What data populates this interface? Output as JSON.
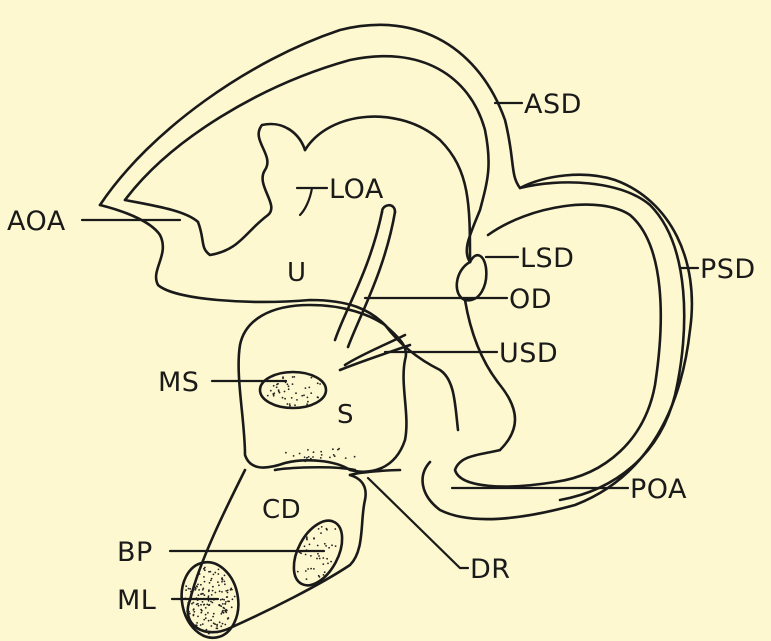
{
  "labels": {
    "asd": "ASD",
    "loa": "LOA",
    "aoa": "AOA",
    "u": "U",
    "lsd": "LSD",
    "psd": "PSD",
    "od": "OD",
    "usd": "USD",
    "ms": "MS",
    "s": "S",
    "poa": "POA",
    "cd": "CD",
    "bp": "BP",
    "dr": "DR",
    "ml": "ML"
  },
  "colors": {
    "background": "#fdf8cf",
    "ink": "#1a1a1a"
  }
}
